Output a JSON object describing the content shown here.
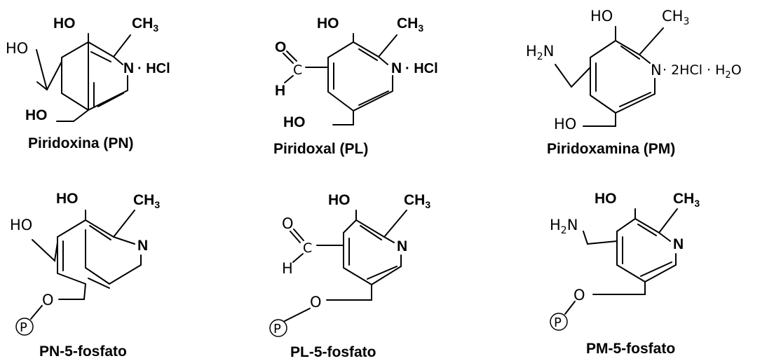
{
  "compounds": [
    {
      "name": "Piridoxina (PN)",
      "top_ho": "HO",
      "ch3": "CH",
      "ch3_sub": "3",
      "left_group": "HO",
      "n": "N",
      "salt": "· HCl",
      "bottom_group": "HO"
    },
    {
      "name": "Piridoxal (PL)",
      "top_ho": "HO",
      "ch3": "CH",
      "ch3_sub": "3",
      "ald_o": "O",
      "ald_c": "C",
      "ald_h": "H",
      "n": "N",
      "salt": "· HCl",
      "bottom_group": "HO"
    },
    {
      "name": "Piridoxamina (PM)",
      "top_ho": "HO",
      "ch3": "CH",
      "ch3_sub": "3",
      "amine": "H",
      "amine_sub": "2",
      "amine_n": "N",
      "n": "N",
      "salt": "· 2HCl · H",
      "salt_sub": "2",
      "salt_end": "O",
      "bottom_group": "HO"
    },
    {
      "name": "PN-5-fosfato",
      "top_ho": "HO",
      "ch3": "CH",
      "ch3_sub": "3",
      "left_group": "HO",
      "n": "N",
      "o": "O",
      "p": "P"
    },
    {
      "name": "PL-5-fosfato",
      "top_ho": "HO",
      "ch3": "CH",
      "ch3_sub": "3",
      "ald_o": "O",
      "ald_c": "C",
      "ald_h": "H",
      "n": "N",
      "o": "O",
      "p": "P"
    },
    {
      "name": "PM-5-fosfato",
      "top_ho": "HO",
      "ch3": "CH",
      "ch3_sub": "3",
      "amine": "H",
      "amine_sub": "2",
      "amine_n": "N",
      "n": "N",
      "o": "O",
      "p": "P"
    }
  ]
}
